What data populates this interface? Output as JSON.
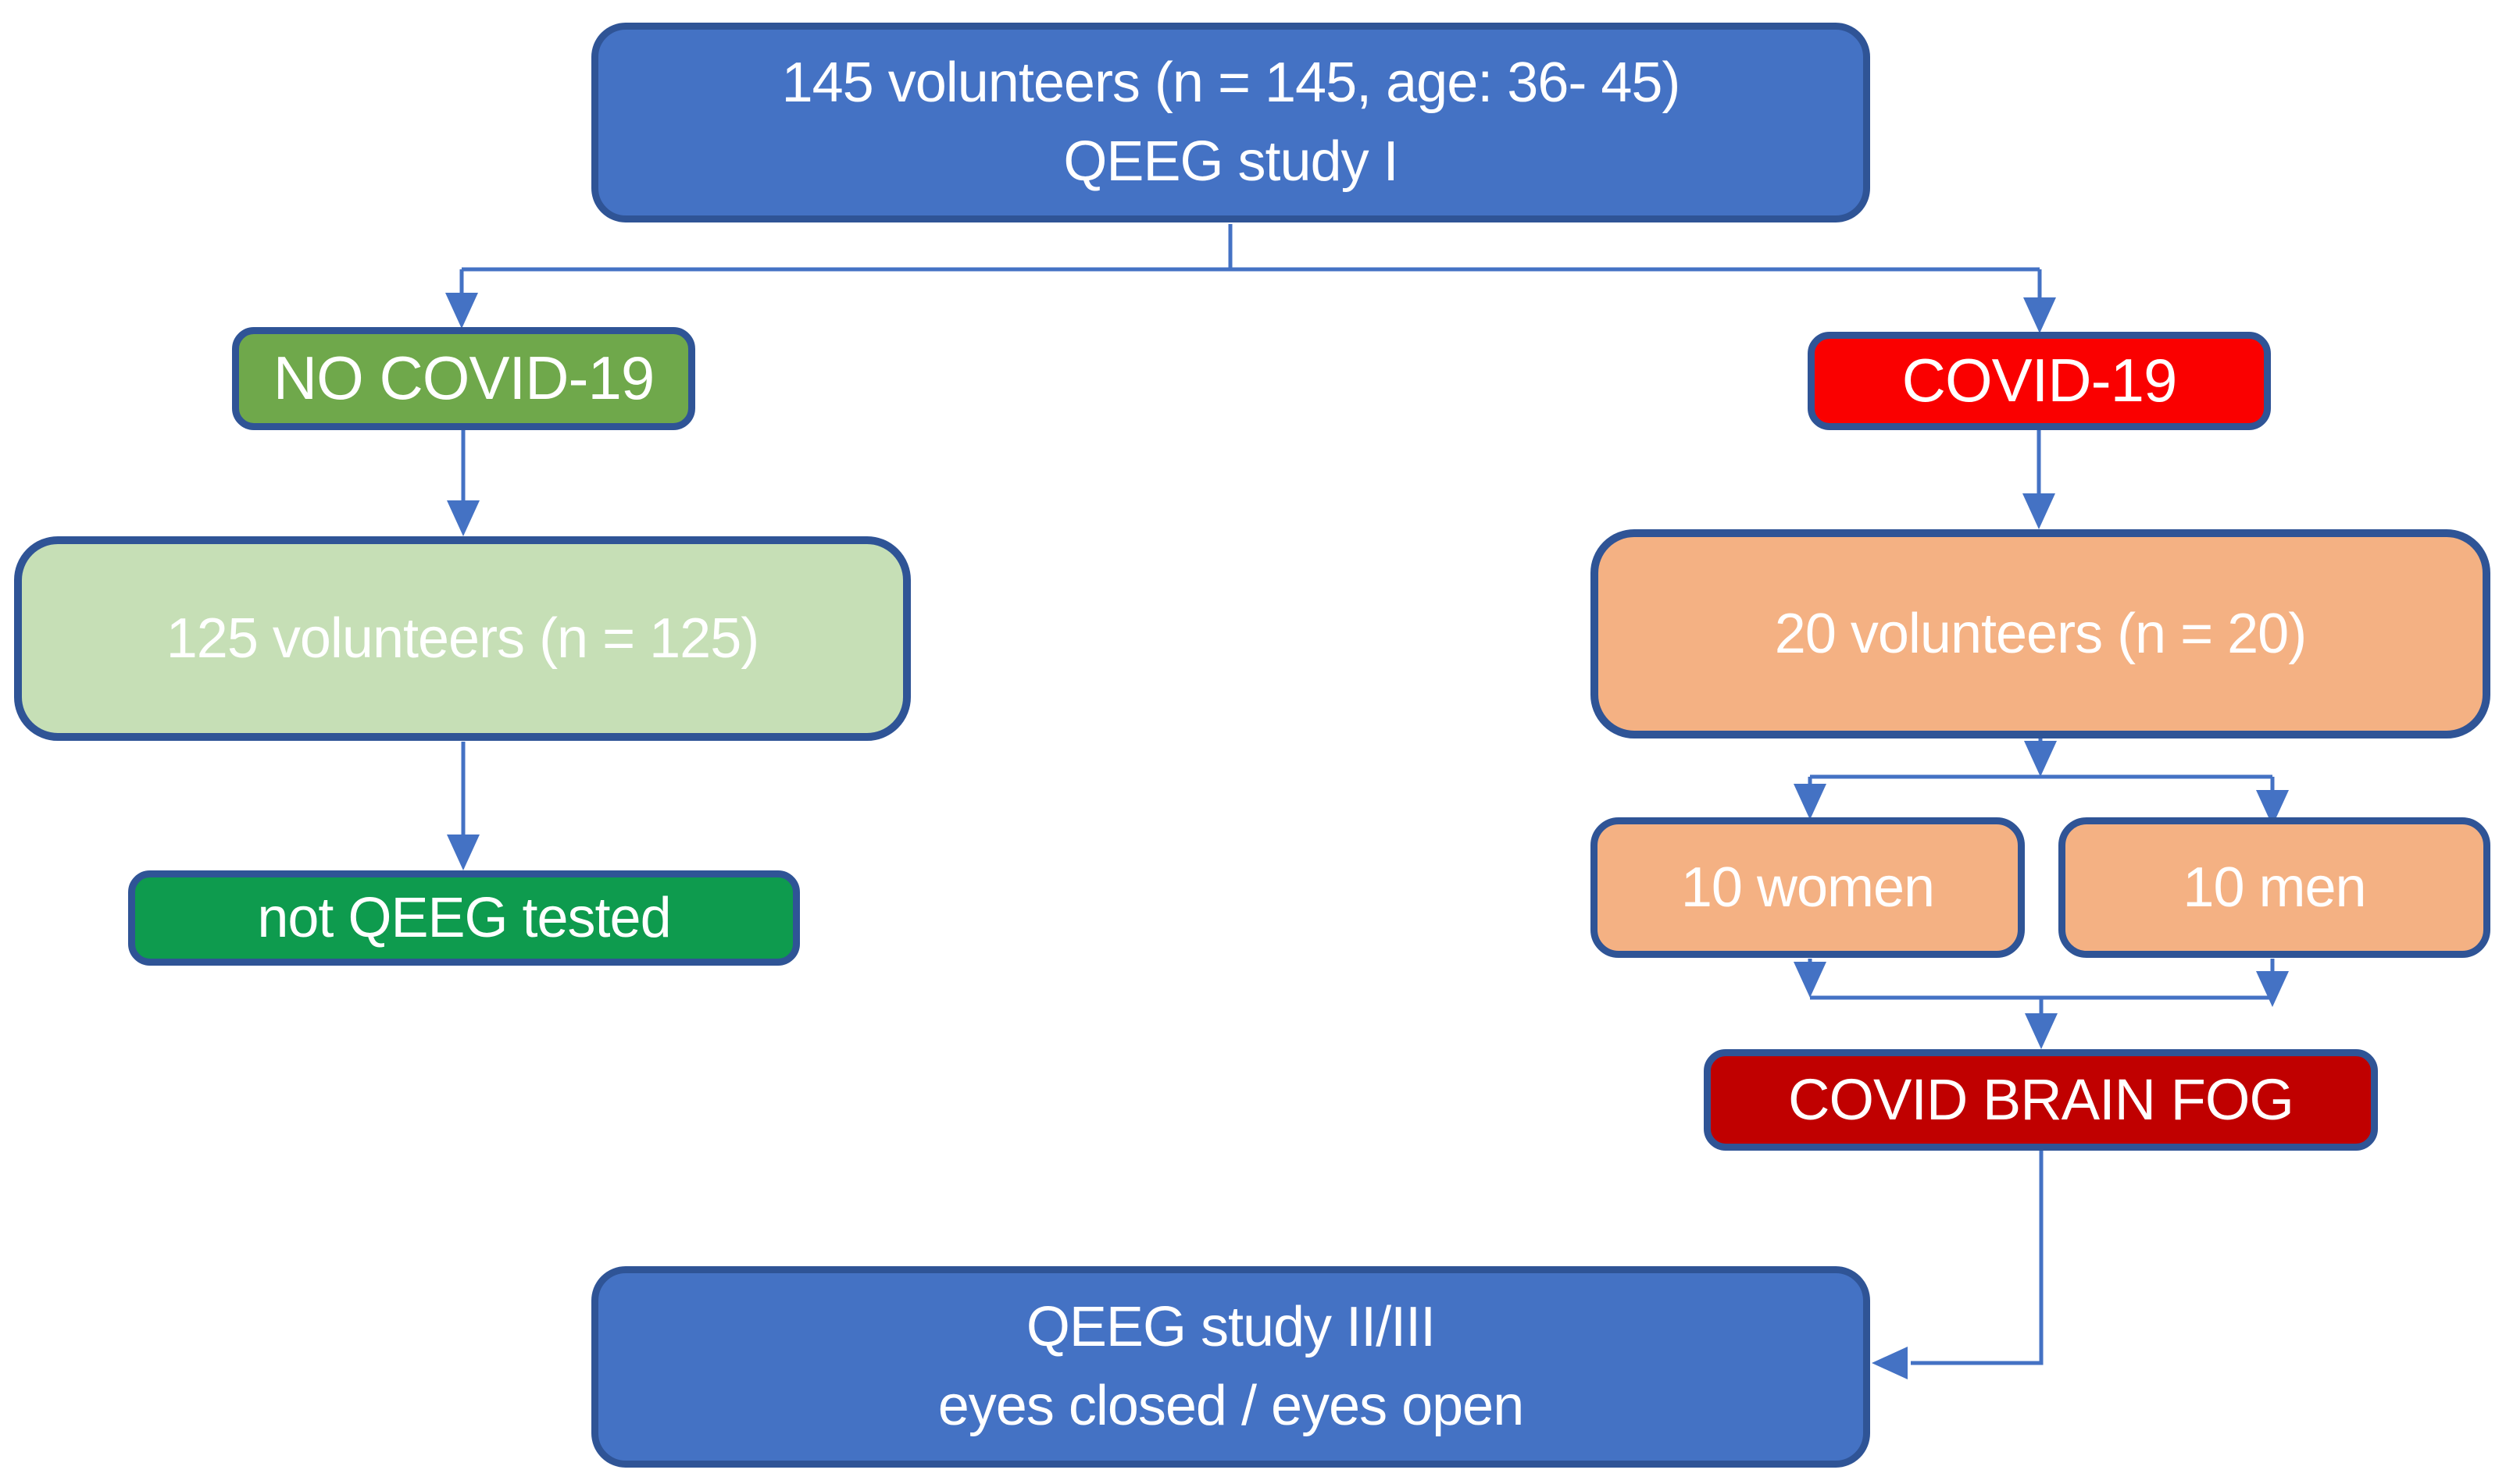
{
  "diagram_type": "flowchart",
  "colors": {
    "primary_blue_fill": "#4472C4",
    "box_border_blue": "#2F5496",
    "green_fill": "#6FA84B",
    "light_green_fill": "#C6DFB6",
    "bright_green_fill": "#0E9B4E",
    "red_fill": "#FA0000",
    "dark_red_fill": "#C00000",
    "orange_fill": "#F4B183",
    "connector_blue": "#4472C4",
    "text_color": "#FFFFFF"
  },
  "nodes": {
    "study1": {
      "line1": "145 volunteers (n = 145, age: 36- 45)",
      "line2": "QEEG study I"
    },
    "nocovid": {
      "label": "NO COVID-19"
    },
    "covid": {
      "label": "COVID-19"
    },
    "v125": {
      "label": "125 volunteers (n = 125)"
    },
    "v20": {
      "label": "20 volunteers (n = 20)"
    },
    "women": {
      "label": "10 women"
    },
    "men": {
      "label": "10 men"
    },
    "nottested": {
      "label": "not QEEG tested"
    },
    "brainfog": {
      "label": "COVID BRAIN FOG"
    },
    "study23": {
      "line1": "QEEG study II/III",
      "line2": "eyes closed / eyes open"
    }
  },
  "edges": [
    {
      "from": "study1",
      "to": "nocovid"
    },
    {
      "from": "study1",
      "to": "covid"
    },
    {
      "from": "nocovid",
      "to": "v125"
    },
    {
      "from": "v125",
      "to": "nottested"
    },
    {
      "from": "covid",
      "to": "v20"
    },
    {
      "from": "v20",
      "to": "women"
    },
    {
      "from": "v20",
      "to": "men"
    },
    {
      "from": "women",
      "to": "brainfog"
    },
    {
      "from": "men",
      "to": "brainfog"
    },
    {
      "from": "brainfog",
      "to": "study23"
    }
  ]
}
